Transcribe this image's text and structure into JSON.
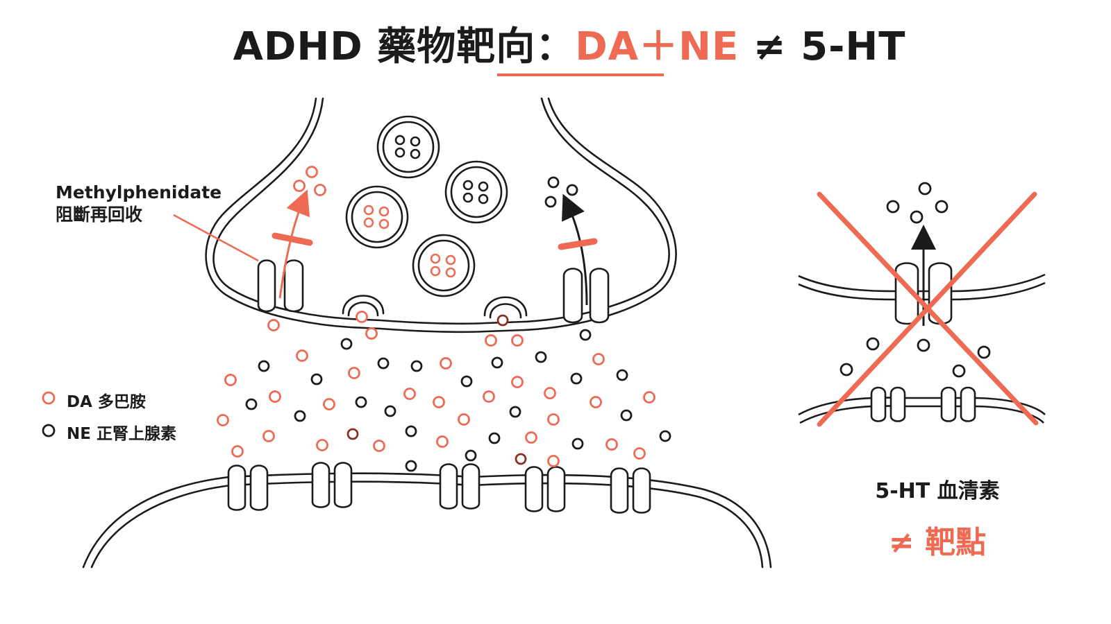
{
  "title": {
    "prefix": "ADHD 藥物靶向：",
    "accent": "DA＋NE",
    "suffix": " ≠ 5-HT"
  },
  "annotation": {
    "drug_name": "Methylphenidate",
    "drug_action": "阻斷再回收"
  },
  "legend": [
    {
      "label": "DA 多巴胺",
      "color": "#ee6a53"
    },
    {
      "label": "NE 正腎上腺素",
      "color": "#1b1b1b"
    }
  ],
  "serotonin_panel": {
    "label": "5-HT 血清素",
    "verdict": "≠ 靶點",
    "cross_color": "#ee6a53"
  },
  "colors": {
    "accent": "#ee6a53",
    "ink": "#1b1b1b",
    "dark_red": "#8b2f23"
  }
}
